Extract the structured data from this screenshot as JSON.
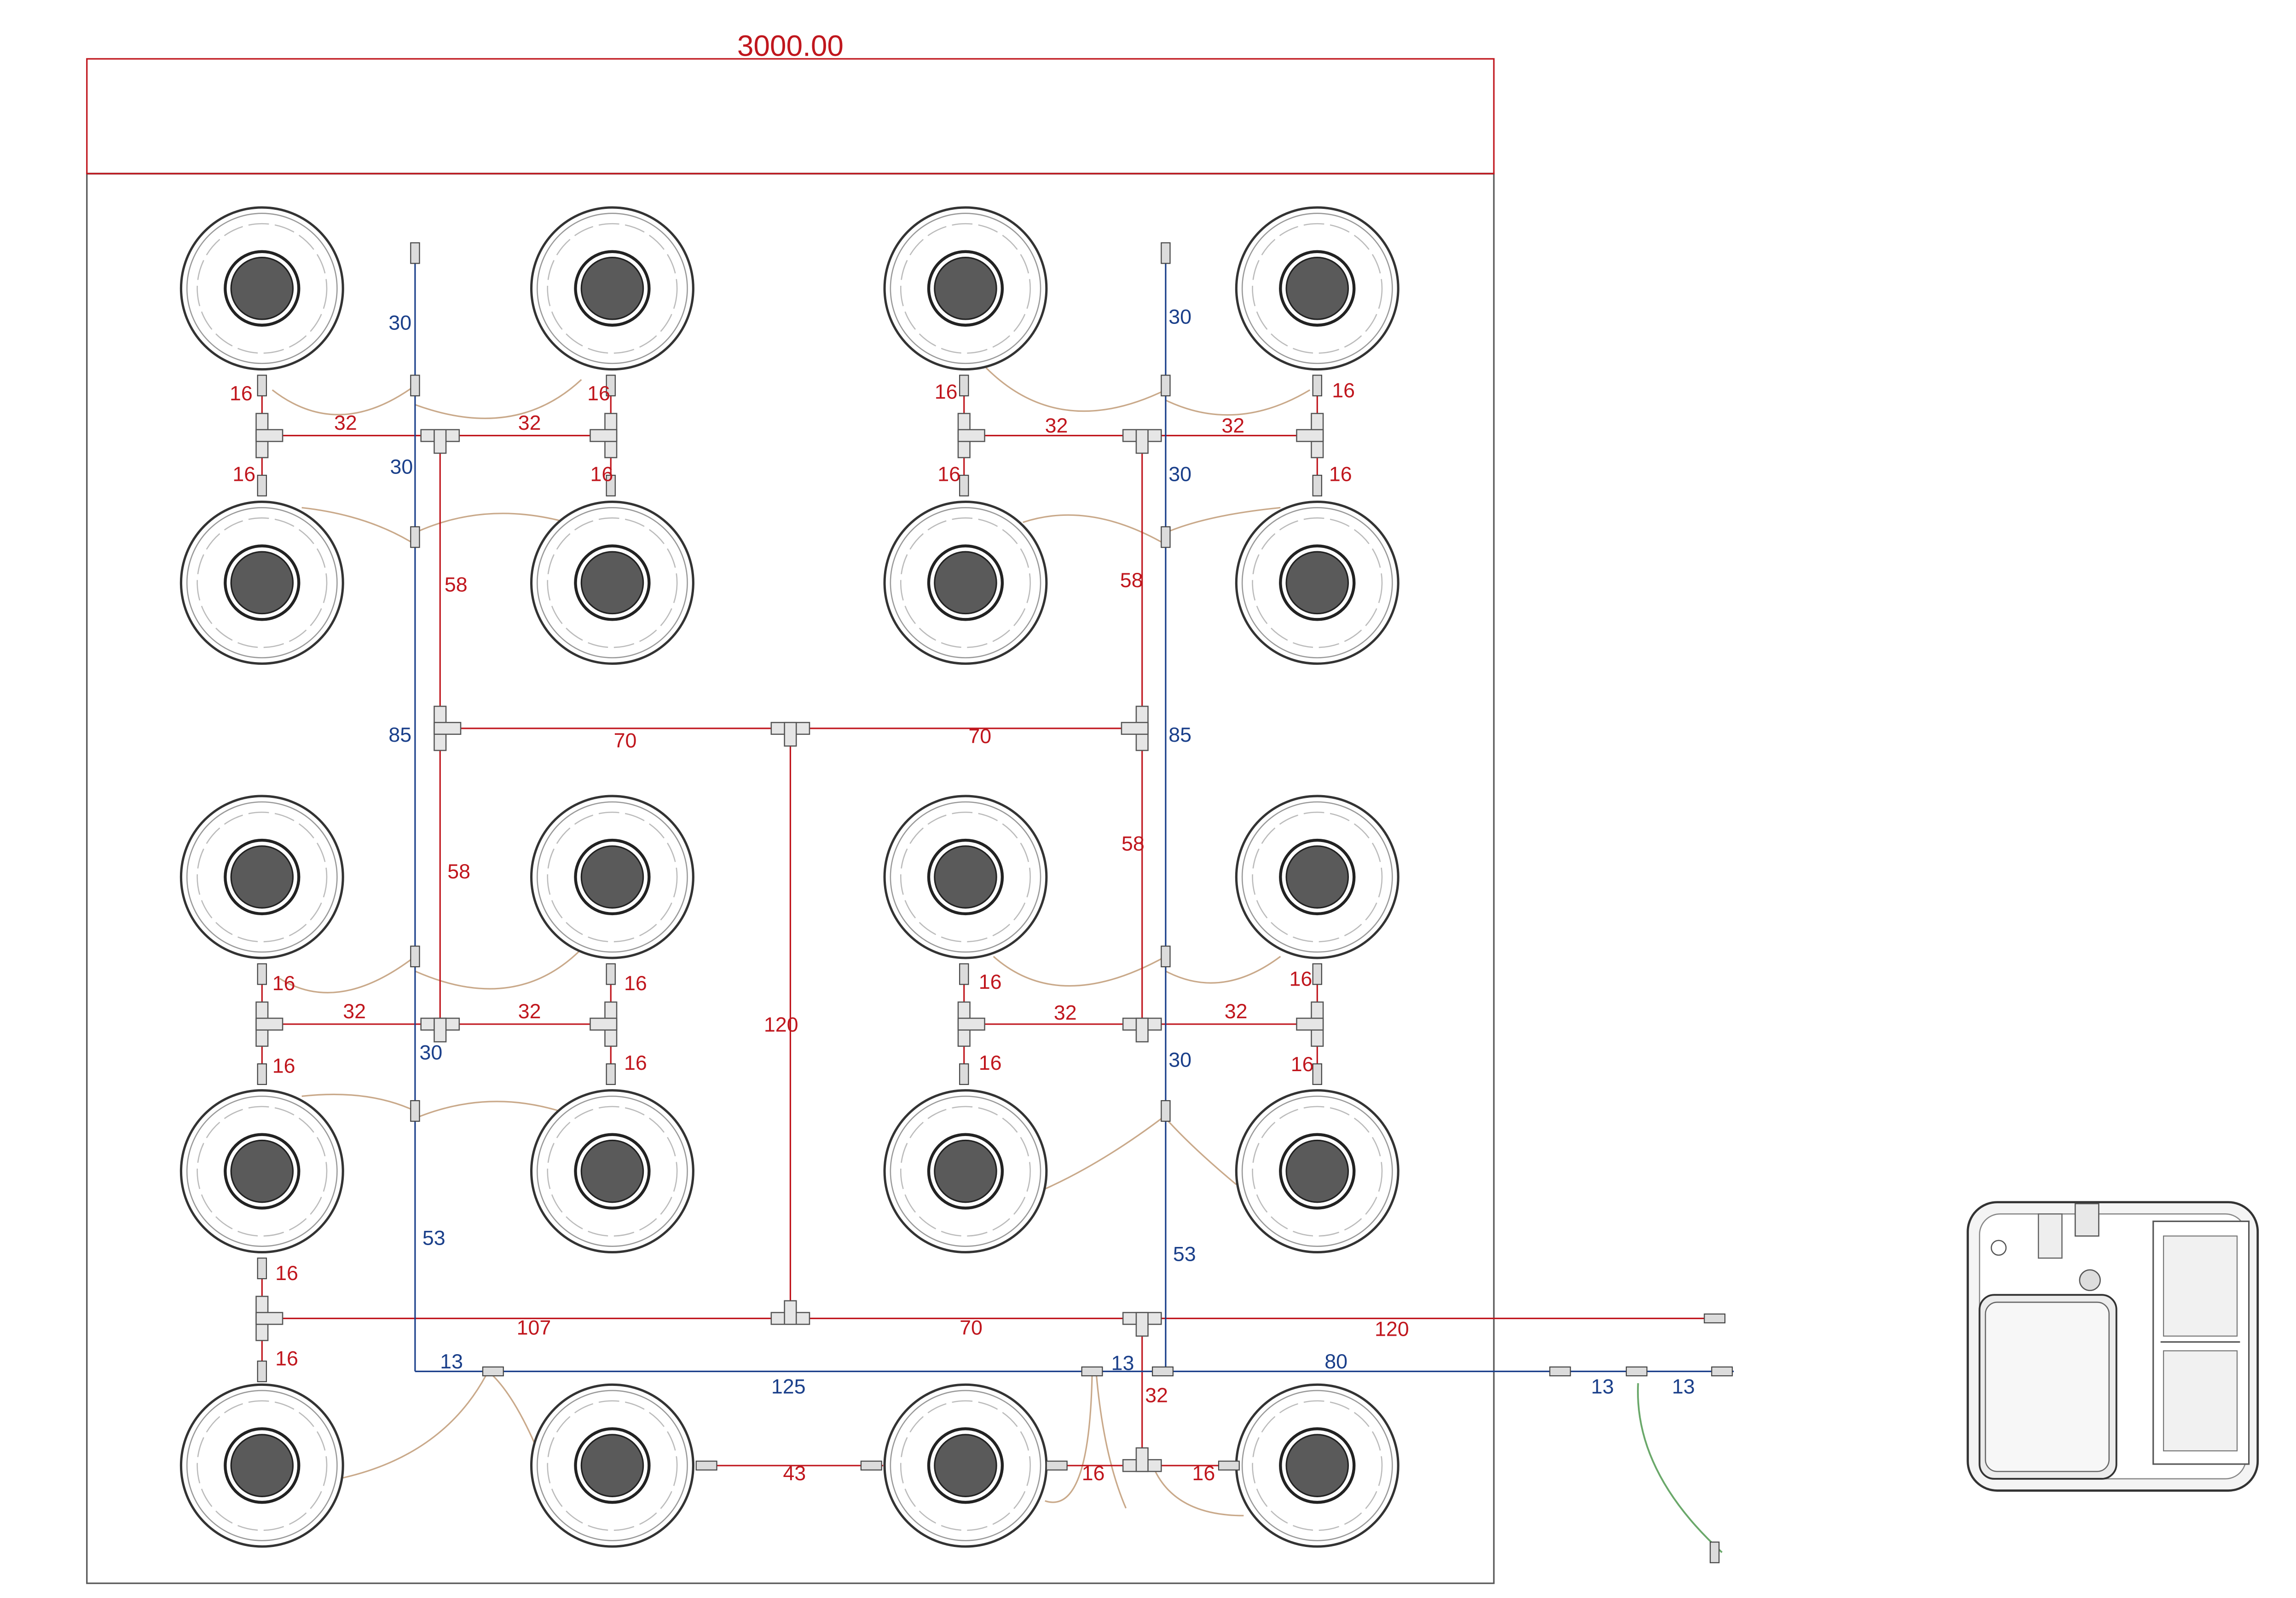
{
  "overall_dimension": "3000.00",
  "colors": {
    "red": "#c0161d",
    "blue": "#1a3f8a",
    "hose": "#c9a98a",
    "green": "#6aa86a",
    "outline": "#333333",
    "pot_core": "#5a5a5a"
  },
  "icons": [
    "grow-pot-icon",
    "tee-fitting-icon",
    "connector-icon",
    "reservoir-unit-icon"
  ],
  "labels": {
    "red": {
      "tl_16_a": "16",
      "tl_16_b": "16",
      "tl_16_c": "16",
      "tl_16_d": "16",
      "tl_32_a": "32",
      "tl_32_b": "32",
      "tr_16_a": "16",
      "tr_16_b": "16",
      "tr_16_c": "16",
      "tr_16_d": "16",
      "tr_32_a": "32",
      "tr_32_b": "32",
      "ml_58_a": "58",
      "ml_58_b": "58",
      "mr_58_a": "58",
      "mr_58_b": "58",
      "main_70_a": "70",
      "main_70_b": "70",
      "bl_16_a": "16",
      "bl_16_b": "16",
      "bl_16_c": "16",
      "bl_16_d": "16",
      "bl_32_a": "32",
      "bl_32_b": "32",
      "br_16_a": "16",
      "br_16_b": "16",
      "br_16_c": "16",
      "br_16_d": "16",
      "br_32_a": "32",
      "br_32_b": "32",
      "center_120": "120",
      "left_16_e": "16",
      "left_16_f": "16",
      "bottom_107": "107",
      "bottom_70": "70",
      "bottom_120": "120",
      "bottom_32": "32",
      "bottom_43": "43",
      "bottom_16_a": "16",
      "bottom_16_b": "16"
    },
    "blue": {
      "tl_30_a": "30",
      "tl_30_b": "30",
      "tr_30_a": "30",
      "tr_30_b": "30",
      "l_85": "85",
      "r_85": "85",
      "bl_30": "30",
      "br_30": "30",
      "l_53": "53",
      "r_53": "53",
      "b_13_a": "13",
      "b_125": "125",
      "b_13_b": "13",
      "b_80": "80",
      "b_13_c": "13",
      "b_13_d": "13"
    }
  }
}
